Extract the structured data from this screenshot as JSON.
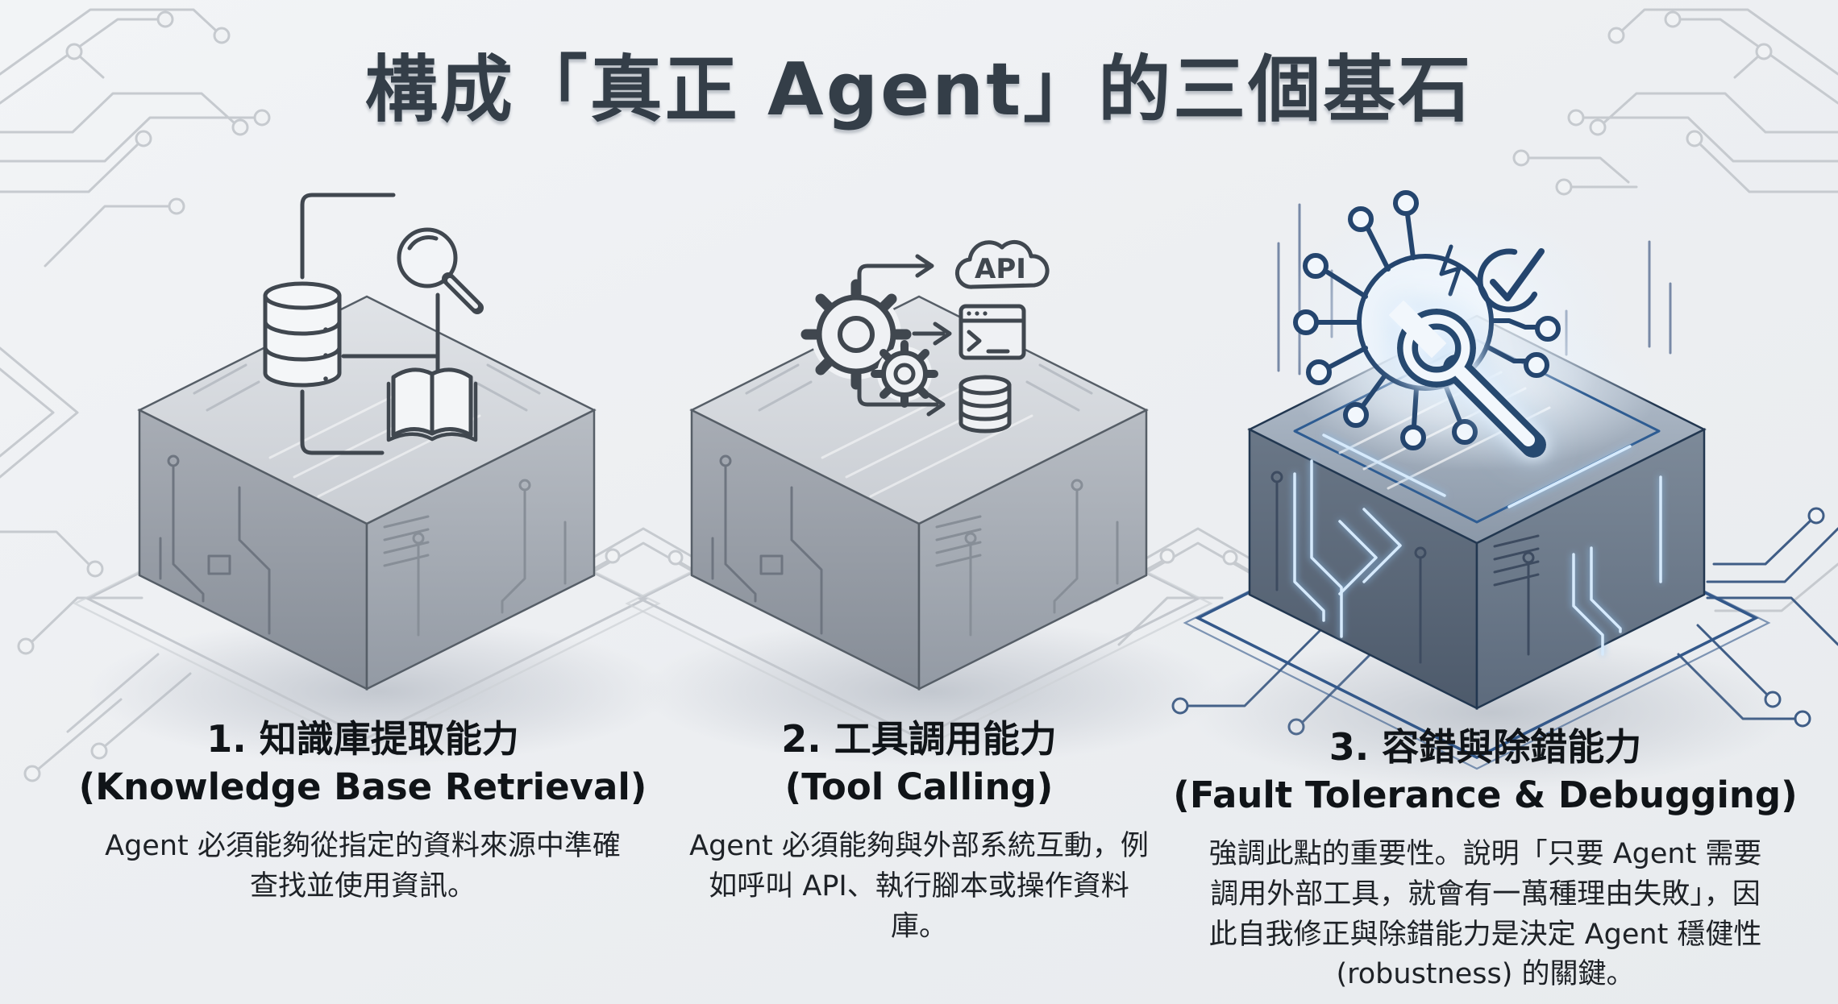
{
  "title": "構成「真正 Agent」的三個基石",
  "pillars": [
    {
      "heading": "1. 知識庫提取能力",
      "subheading": "(Knowledge Base Retrieval)",
      "description": "Agent 必須能夠從指定的資料來源中準確查找並使用資訊。"
    },
    {
      "heading": "2. 工具調用能力",
      "subheading": "(Tool Calling)",
      "description": "Agent 必須能夠與外部系統互動，例如呼叫 API、執行腳本或操作資料庫。"
    },
    {
      "heading": "3. 容錯與除錯能力",
      "subheading": "(Fault Tolerance & Debugging)",
      "description": "強調此點的重要性。說明「只要 Agent 需要調用外部工具，就會有一萬種理由失敗」，因此自我修正與除錯能力是決定 Agent 穩健性 (robustness) 的關鍵。"
    }
  ],
  "labels": {
    "api": "API"
  },
  "colors": {
    "background": "#eef0f3",
    "title_text": "#343e48",
    "heading_text": "#101418",
    "body_text": "#1e2227",
    "accent_blue": "#2e5c92",
    "glow_blue": "#bcd9f2",
    "trace_gray": "#c6cacf",
    "cube_gray_top": "#dadde1",
    "cube_gray_left": "#99a0a9",
    "cube_gray_right": "#abb1b9",
    "cube_dark_left": "#5d6a7b",
    "cube_dark_right": "#75828f",
    "icon_stroke": "#40474f"
  }
}
